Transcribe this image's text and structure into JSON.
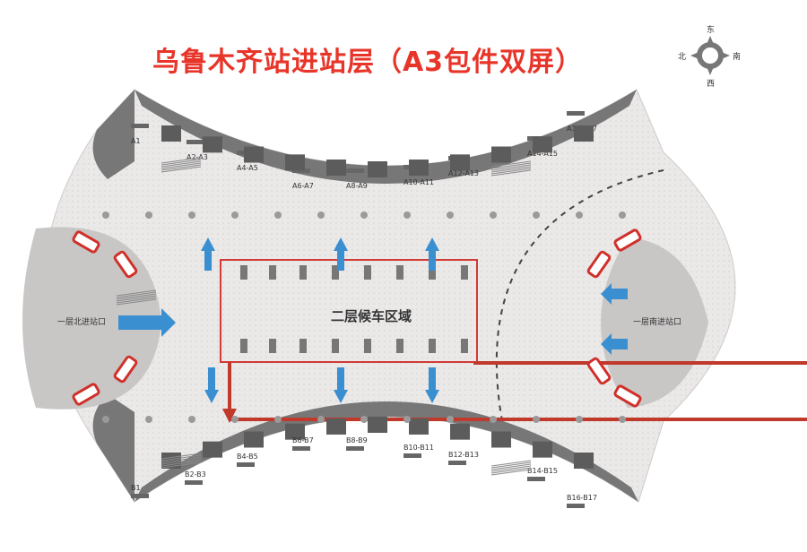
{
  "title": "乌鲁木齐站进站层（A3包件双屏）",
  "compass": {
    "east": "东",
    "west": "西",
    "south": "南",
    "north": "北"
  },
  "waiting_area_label": "二层候车区域",
  "north_entrance_label": "一层北进站口",
  "south_entrance_label": "一层南进站口",
  "gates_top": [
    "A1",
    "A2-A3",
    "A4-A5",
    "A6-A7",
    "A8-A9",
    "A10-A11",
    "A12-A13",
    "A14-A15",
    "A16-A17"
  ],
  "gates_bottom": [
    "B1",
    "B2-B3",
    "B4-B5",
    "B6-B7",
    "B8-B9",
    "B10-B11",
    "B12-B13",
    "B14-B15",
    "B16-B17"
  ],
  "colors": {
    "title": "#e8352a",
    "highlight": "#c0392b",
    "arrow": "#3a8fd0",
    "floor": "#e9e6e6",
    "blocks": "#5c5c5c"
  }
}
